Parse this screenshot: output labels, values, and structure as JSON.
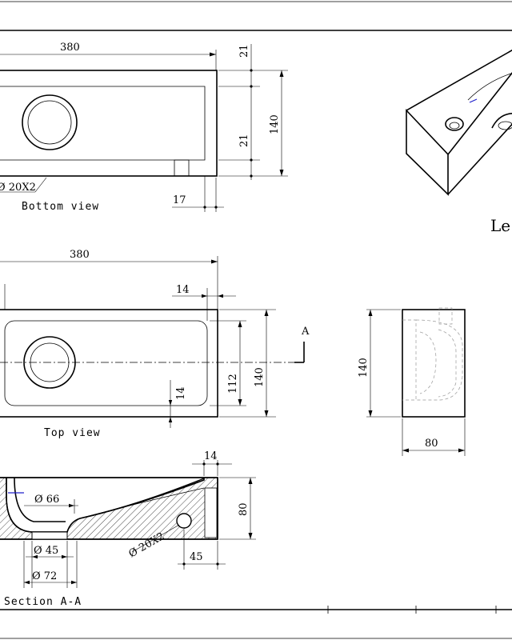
{
  "bottom_view": {
    "caption": "Bottom view",
    "dim_width": "380",
    "dim_top_offset": "21",
    "dim_height": "140",
    "dim_bottom_offset": "21",
    "dim_foot": "17",
    "hole_label": "Ø 20X2"
  },
  "top_view": {
    "caption": "Top view",
    "dim_width": "380",
    "dim_rim": "14",
    "dim_inner": "112",
    "dim_height": "140",
    "dim_bottom_rim": "14",
    "section_marker": "A"
  },
  "side_view": {
    "dim_height": "140",
    "dim_depth": "80"
  },
  "section_view": {
    "caption": "Section A-A",
    "dim_rim": "14",
    "dim_height": "80",
    "dim_bowl": "Ø 66",
    "dim_drain": "Ø 45",
    "dim_outer": "Ø 72",
    "hole_label": "Ø 20X2",
    "dim_hole_offset": "45"
  },
  "iso_view": {
    "caption_partial": "Le"
  }
}
